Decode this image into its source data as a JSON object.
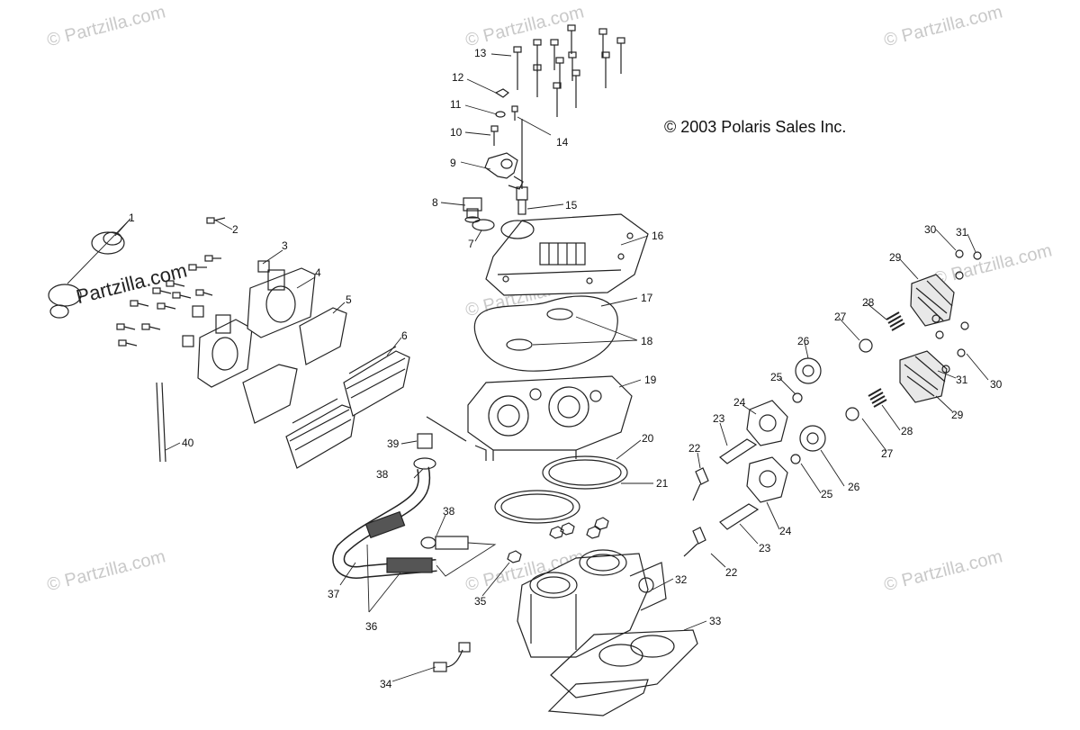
{
  "copyright": "© 2003 Polaris Sales Inc.",
  "watermark": "© Partzilla.com",
  "brand_overlay": "Partzilla.com",
  "callouts": [
    "1",
    "2",
    "3",
    "4",
    "5",
    "6",
    "7",
    "8",
    "9",
    "10",
    "11",
    "12",
    "13",
    "14",
    "15",
    "16",
    "17",
    "18",
    "19",
    "20",
    "21",
    "22",
    "22",
    "23",
    "23",
    "24",
    "24",
    "25",
    "25",
    "26",
    "26",
    "27",
    "27",
    "28",
    "28",
    "29",
    "29",
    "30",
    "30",
    "31",
    "31",
    "32",
    "33",
    "34",
    "35",
    "36",
    "37",
    "38",
    "38",
    "39",
    "40"
  ]
}
